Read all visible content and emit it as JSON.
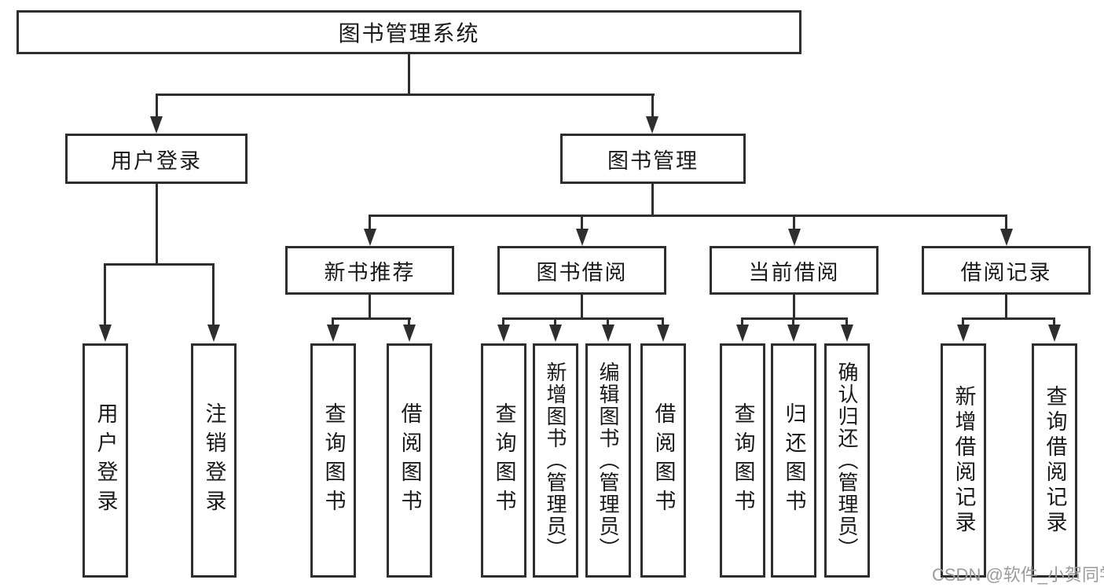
{
  "diagram": {
    "root": "图书管理系统",
    "level2": [
      "用户登录",
      "图书管理"
    ],
    "level3": [
      "新书推荐",
      "图书借阅",
      "当前借阅",
      "借阅记录"
    ],
    "leaves": {
      "user_login": [
        "用户登录",
        "注销登录"
      ],
      "new_books": [
        "查询图书",
        "借阅图书"
      ],
      "book_borrow": [
        "查询图书",
        "新增图书（管理员）",
        "编辑图书（管理员）",
        "借阅图书"
      ],
      "current_borrow": [
        "查询图书",
        "归还图书",
        "确认归还（管理员）"
      ],
      "borrow_records": [
        "新增借阅记录",
        "查询借阅记录"
      ]
    }
  },
  "watermark": "CSDN @软件_小贺同学",
  "colors": {
    "line": "#2e2e2e",
    "text": "#1a1a1a",
    "watermark": "#9b9b9b",
    "background": "#ffffff"
  }
}
